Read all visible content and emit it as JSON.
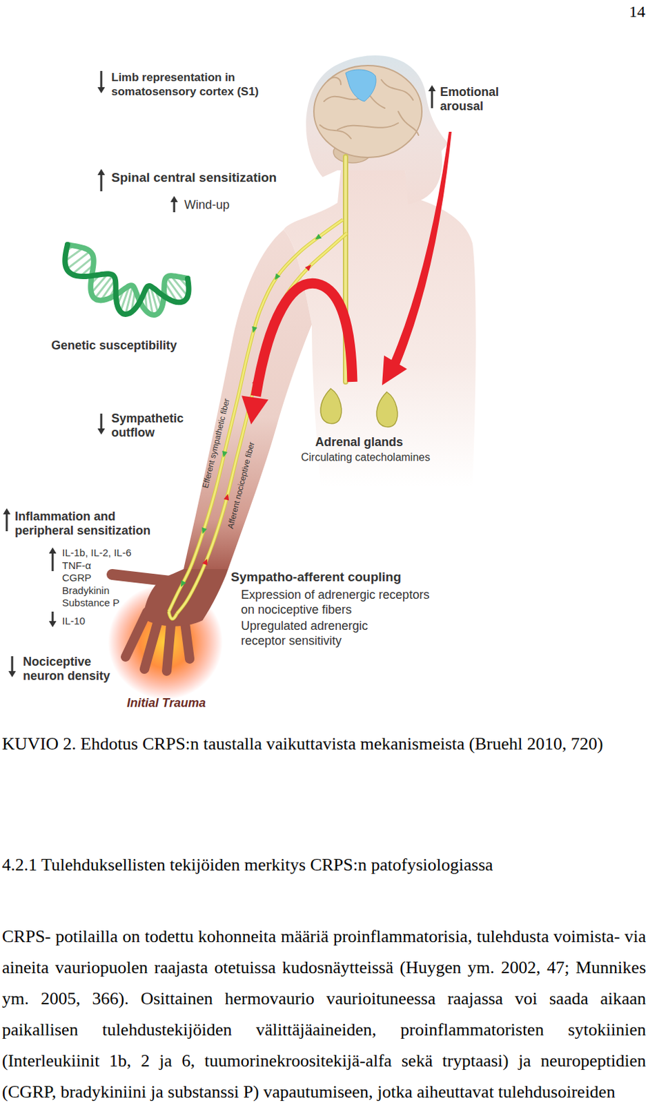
{
  "diagram": {
    "title": "4.2.1 Tulehduksellisten tekijöiden merkitys CRPS:n patofysiologiassa",
    "caption": "KUVIO 2. Ehdotus CRPS:n taustalla vaikuttavista mekanismeista (Bruehl 2010, 720)",
    "labels": [
      "14",
      "Limb representation in somatosensory cortex (S1)",
      "Emotional arousal",
      "Spinal central sensitization",
      "Wind-up",
      "Genetic susceptibility",
      "Sympathetic outflow",
      "Adrenal glands",
      "Circulating catecholamines",
      "Efferent sympathetic fiber",
      "Afferent nociceptive fiber",
      "Inflammation and peripheral sensitization",
      "IL-1b, IL-2, IL-6",
      "TNF-α",
      "CGRP",
      "Bradykinin",
      "Substance P",
      "IL-10",
      "Sympatho-afferent coupling",
      "Expression of adrenergic receptors on nociceptive fibers",
      "Upregulated adrenergic receptor sensitivity",
      "Nociceptive neuron density",
      "Initial Trauma",
      "CRPS- potilailla on todettu kohonneita määriä proinflammatorisia, tulehdusta voimista- via aineita vauriopuolen raajasta otetuissa kudosnäytteissä (Huygen ym. 2002, 47; Munnikes ym. 2005, 366). Osittainen hermovaurio vaurioituneessa raajassa voi saada aikaan paikallisen tulehdustekijöiden välittäjäaineiden, proinflammatoristen sytokiinien (Interleukiinit 1b, 2 ja 6, tuumorinekroositekijä-alfa sekä tryptaasi) ja neuropeptidien (CGRP, bradykiniini ja substanssi P) vapautumiseen, jotka aiheuttavat tulehdusoireiden"
    ]
  }
}
